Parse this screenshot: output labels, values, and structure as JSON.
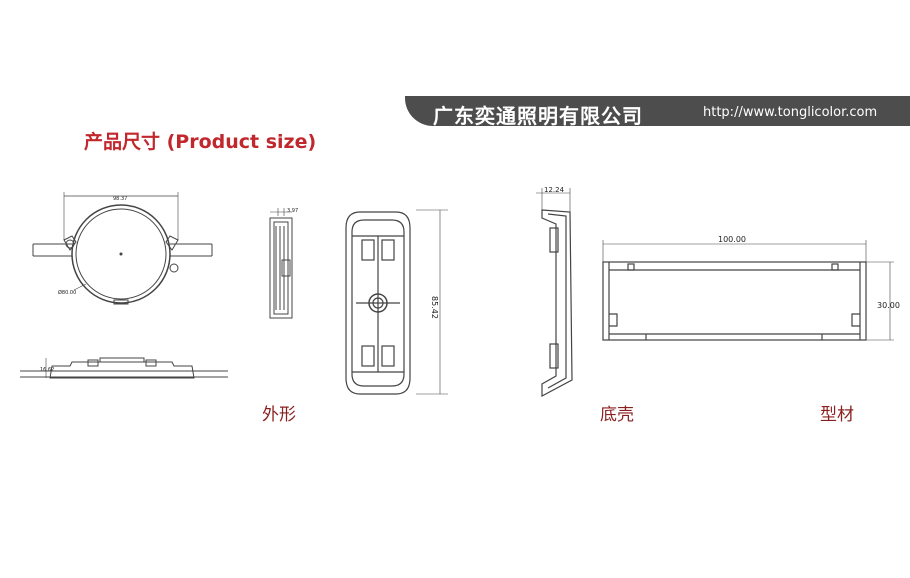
{
  "banner": {
    "company": "广东奕通照明有限公司",
    "url": "http://www.tonglicolor.com"
  },
  "title": "产品尺寸 (Product size)",
  "captions": {
    "appearance": "外形",
    "base_shell": "底壳",
    "profile": "型材"
  },
  "dimensions": {
    "top_width": "98.37",
    "top_diameter": "Ø80.00",
    "side_thickness": "16.62",
    "edge_width": "3.97",
    "shell_length": "85.42",
    "base_width": "12.24",
    "profile_length": "100.00",
    "profile_height": "30.00"
  }
}
